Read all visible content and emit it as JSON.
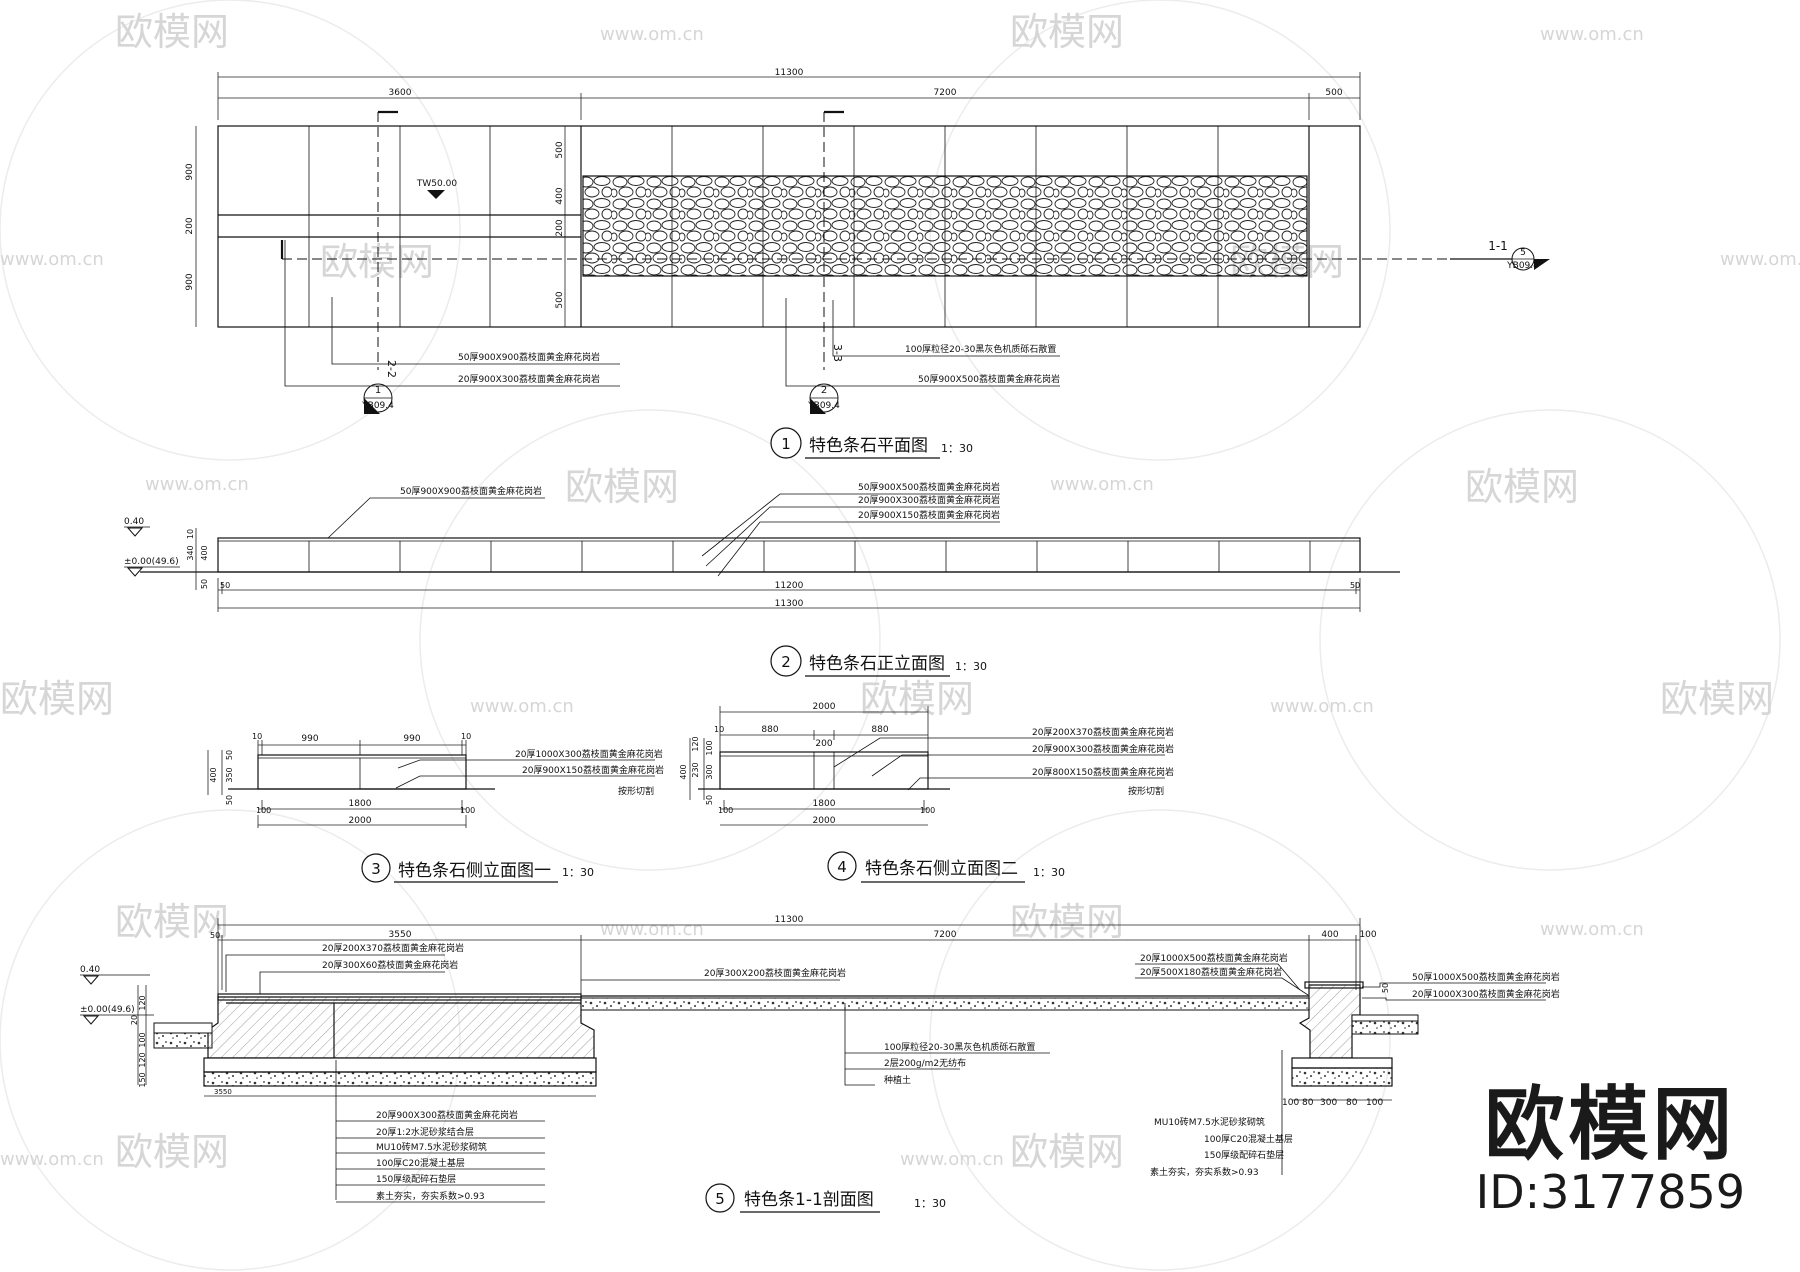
{
  "watermark": {
    "logo_text": "欧模网",
    "site": "www.om.cn"
  },
  "brand": {
    "name": "欧模网",
    "id": "ID:3177859"
  },
  "view1": {
    "number": "1",
    "title": "特色条石平面图",
    "scale": "1：30",
    "dims": {
      "total": "11300",
      "left": "3600",
      "mid": "7200",
      "right": "500",
      "v_900a": "900",
      "v_200": "200",
      "v_900b": "900",
      "r_500a": "500",
      "r_400": "400",
      "r_200": "200",
      "r_500b": "500"
    },
    "level": "TW50.00",
    "section_marks": {
      "s11": "1-1",
      "s22": "2-2",
      "s33": "3-3"
    },
    "callouts": [
      {
        "num": "1",
        "sheet": "YB09.4"
      },
      {
        "num": "2",
        "sheet": "YB09.4"
      },
      {
        "num": "5",
        "sheet": "YB09.4"
      }
    ],
    "notes_left": [
      "50厚900X900荔枝面黄金麻花岗岩",
      "20厚900X300荔枝面黄金麻花岗岩"
    ],
    "notes_right": [
      "100厚粒径20-30黑灰色机质砾石散置",
      "50厚900X500荔枝面黄金麻花岗岩"
    ]
  },
  "view2": {
    "number": "2",
    "title": "特色条石正立面图",
    "scale": "1：30",
    "notes": [
      "50厚900X900荔枝面黄金麻花岗岩",
      "50厚900X500荔枝面黄金麻花岗岩",
      "20厚900X300荔枝面黄金麻花岗岩",
      "20厚900X150荔枝面黄金麻花岗岩"
    ],
    "levels": {
      "top": "0.40",
      "base": "±0.00(49.6)"
    },
    "dims": {
      "inner": "11200",
      "total": "11300",
      "edge": "50",
      "edge_r": "50",
      "v_10": "10",
      "v_340": "340",
      "v_400": "400",
      "v_50": "50"
    }
  },
  "view3": {
    "number": "3",
    "title": "特色条石侧立面图一",
    "scale": "1：30",
    "dims": {
      "d10a": "10",
      "d990a": "990",
      "d990b": "990",
      "d10b": "10",
      "d1800": "1800",
      "d2000": "2000",
      "d100a": "100",
      "d100b": "100",
      "v50": "50",
      "v350": "350",
      "v400": "400",
      "v50b": "50"
    },
    "notes": [
      "20厚1000X300荔枝面黄金麻花岗岩",
      "20厚900X150荔枝面黄金麻花岗岩",
      "按形切割"
    ]
  },
  "view4": {
    "number": "4",
    "title": "特色条石侧立面图二",
    "scale": "1：30",
    "dims": {
      "top": "2000",
      "d10": "10",
      "d880a": "880",
      "d200": "200",
      "d880b": "880",
      "d1800": "1800",
      "d2000": "2000",
      "d100a": "100",
      "d100b": "100",
      "v120": "120",
      "v100": "100",
      "v300": "300",
      "v50": "50",
      "v230": "230",
      "v400": "400"
    },
    "notes": [
      "20厚200X370荔枝面黄金麻花岗岩",
      "20厚900X300荔枝面黄金麻花岗岩",
      "20厚800X150荔枝面黄金麻花岗岩",
      "按形切割"
    ]
  },
  "view5": {
    "number": "5",
    "title": "特色条1-1剖面图",
    "scale": "1：30",
    "dims": {
      "total": "11300",
      "d50": "50",
      "d3550": "3550",
      "d7200": "7200",
      "d400": "400",
      "d100": "100",
      "base_left": "3550",
      "bottom_right": [
        "100",
        "80",
        "300",
        "80",
        "100"
      ],
      "left_stack": [
        "120",
        "20",
        "100",
        "120",
        "150"
      ]
    },
    "levels": {
      "top": "0.40",
      "base": "±0.00(49.6)"
    },
    "notes_top_left": [
      "20厚200X370荔枝面黄金麻花岗岩",
      "20厚300X60荔枝面黄金麻花岗岩"
    ],
    "note_top_mid": "20厚300X200荔枝面黄金麻花岗岩",
    "notes_top_right": [
      "20厚1000X500荔枝面黄金麻花岗岩",
      "20厚500X180荔枝面黄金麻花岗岩"
    ],
    "notes_far_right": [
      "50厚1000X500荔枝面黄金麻花岗岩",
      "20厚1000X300荔枝面黄金麻花岗岩"
    ],
    "notes_mid": [
      "100厚粒径20-30黑灰色机质砾石散置",
      "2层200g/m2无纺布",
      "种植土"
    ],
    "notes_bottom_left": [
      "20厚900X300荔枝面黄金麻花岗岩",
      "20厚1:2水泥砂浆结合层",
      "MU10砖M7.5水泥砂浆砌筑",
      "100厚C20混凝土基层",
      "150厚级配碎石垫层",
      "素土夯实，夯实系数>0.93"
    ],
    "notes_bottom_right": [
      "MU10砖M7.5水泥砂浆砌筑",
      "100厚C20混凝土基层",
      "150厚级配碎石垫层",
      "素土夯实，夯实系数>0.93"
    ]
  }
}
